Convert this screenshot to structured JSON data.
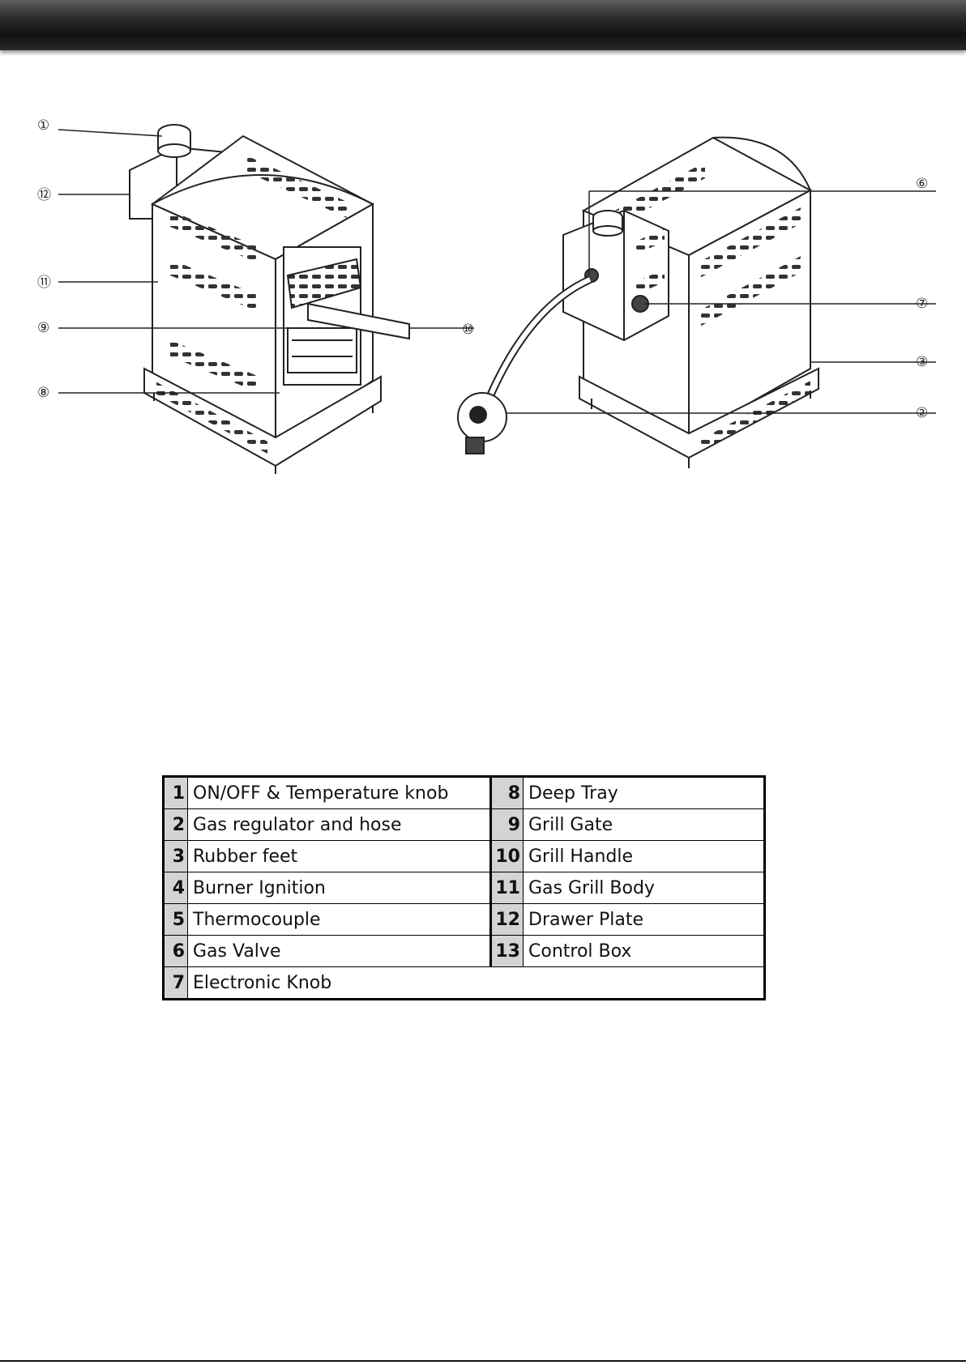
{
  "diagram": {
    "callouts": [
      {
        "id": "1",
        "label": "①"
      },
      {
        "id": "12",
        "label": "⑫"
      },
      {
        "id": "11",
        "label": "⑪"
      },
      {
        "id": "9",
        "label": "⑨"
      },
      {
        "id": "8",
        "label": "⑧"
      },
      {
        "id": "10",
        "label": "⑩"
      },
      {
        "id": "6",
        "label": "⑥"
      },
      {
        "id": "7",
        "label": "⑦"
      },
      {
        "id": "3",
        "label": "③"
      },
      {
        "id": "2",
        "label": "②"
      }
    ]
  },
  "parts": {
    "rows": [
      {
        "left_num": "1",
        "left_name": "ON/OFF & Temperature knob",
        "right_num": "8",
        "right_name": "Deep Tray"
      },
      {
        "left_num": "2",
        "left_name": "Gas regulator and hose",
        "right_num": "9",
        "right_name": "Grill Gate"
      },
      {
        "left_num": "3",
        "left_name": "Rubber feet",
        "right_num": "10",
        "right_name": "Grill Handle"
      },
      {
        "left_num": "4",
        "left_name": "Burner Ignition",
        "right_num": "11",
        "right_name": "Gas Grill Body"
      },
      {
        "left_num": "5",
        "left_name": "Thermocouple",
        "right_num": "12",
        "right_name": "Drawer Plate"
      },
      {
        "left_num": "6",
        "left_name": "Gas Valve",
        "right_num": "13",
        "right_name": "Control Box"
      }
    ],
    "last_row": {
      "num": "7",
      "name": "Electronic Knob"
    }
  }
}
